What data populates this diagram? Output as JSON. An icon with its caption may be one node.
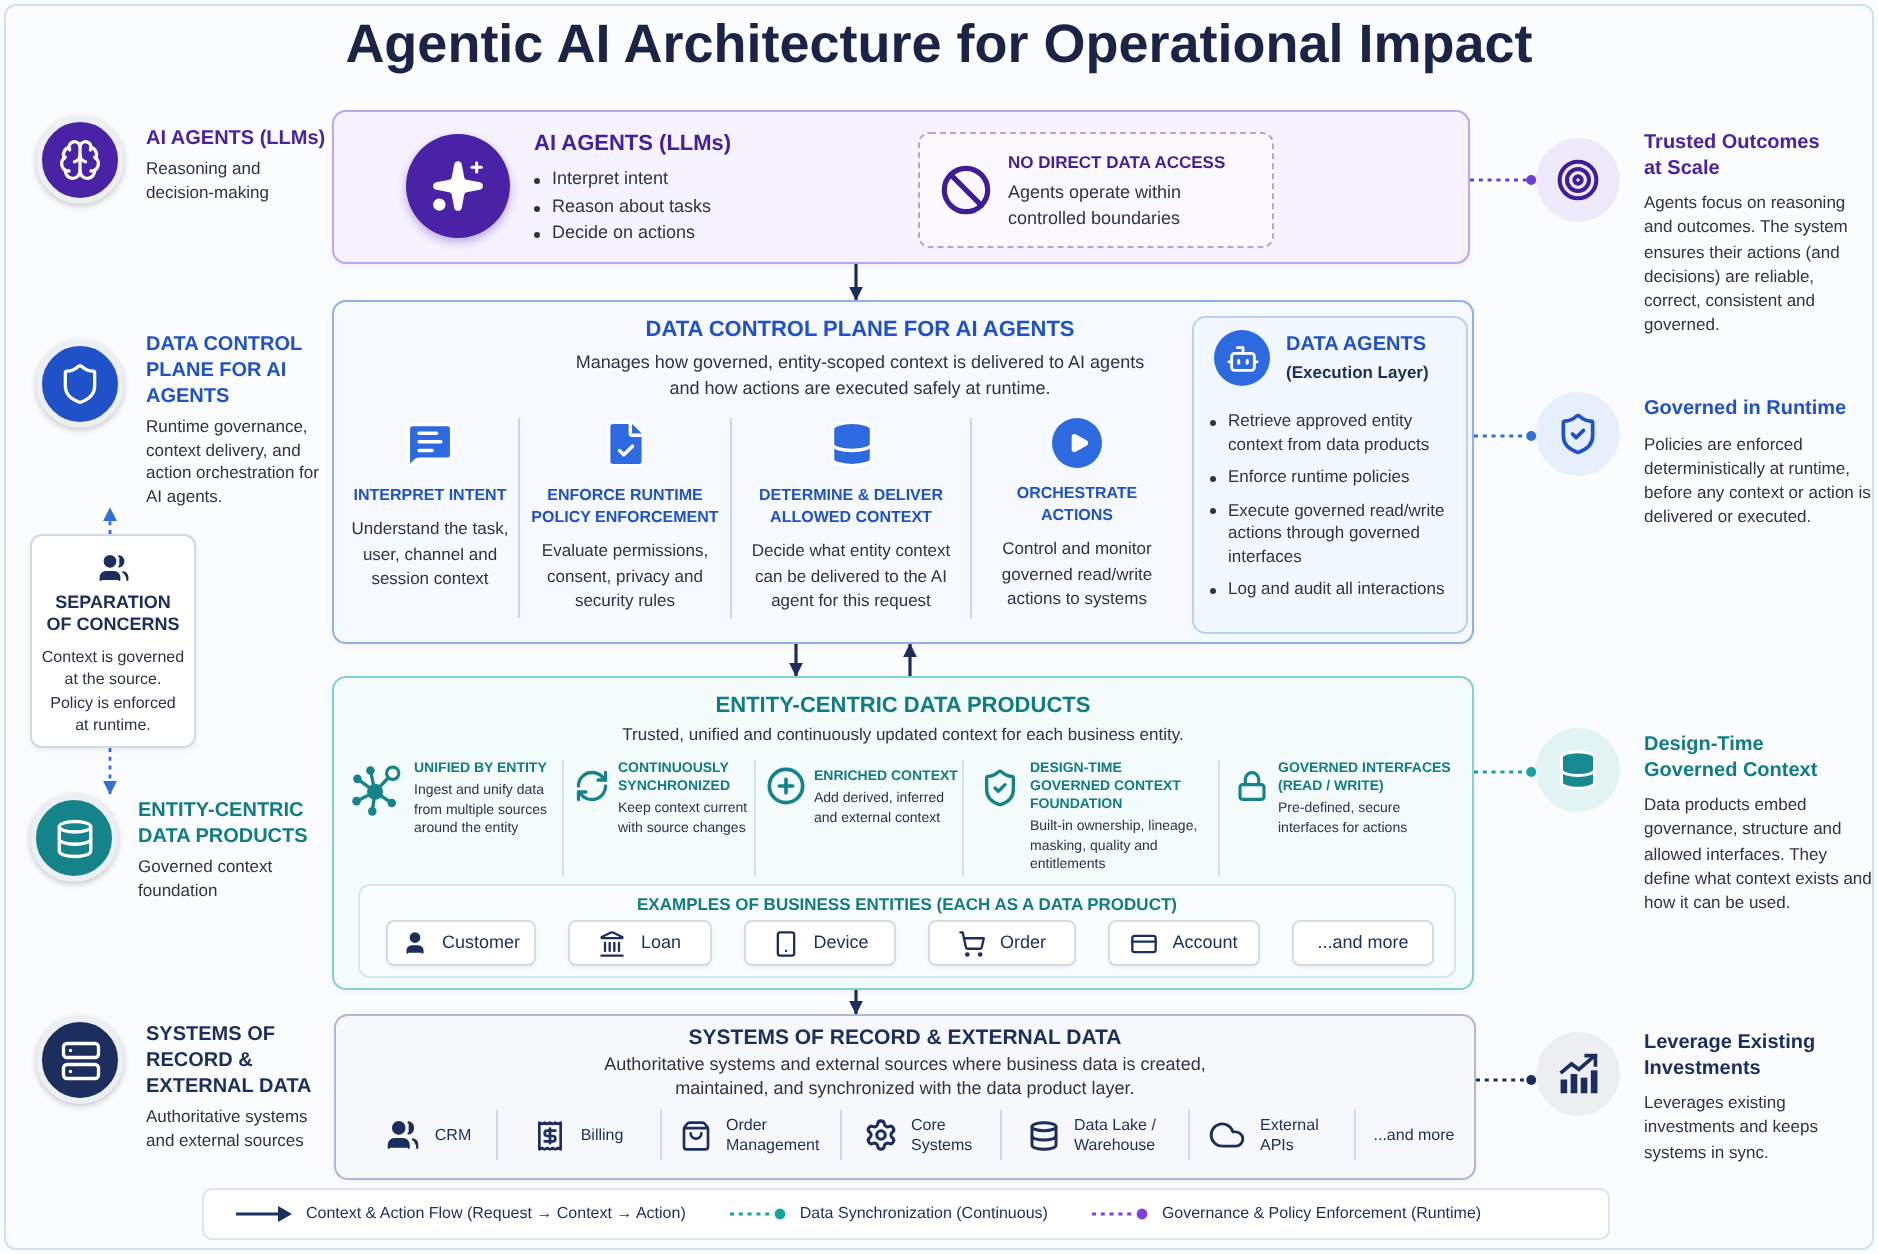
{
  "diagram": {
    "title": "Agentic AI Architecture for Operational Impact",
    "nodes": [
      {
        "text": [
          "AI AGENTS (LLMs)",
          "Reasoning and decision-making"
        ]
      },
      {
        "text": [
          "AI AGENTS (LLMs)",
          "Interpret intent",
          "Reason about tasks",
          "Decide on actions"
        ]
      },
      {
        "text": [
          "NO DIRECT DATA ACCESS",
          "Agents operate within controlled boundaries"
        ],
        "in": 1
      },
      {
        "text": [
          "Trusted Outcomes at Scale",
          "Agents focus on reasoning and outcomes. The system ensures their actions (and decisions) are reliable, correct, consistent and governed."
        ]
      },
      {
        "text": [
          "DATA CONTROL PLANE FOR AI AGENTS",
          "Runtime governance, context delivery, and action orchestration for AI agents."
        ]
      },
      {
        "text": [
          "DATA CONTROL PLANE FOR AI AGENTS",
          "Manages how governed, entity-scoped context is delivered to AI agents and how actions are executed safely at runtime.",
          "INTERPRET INTENT",
          "Understand the task, user, channel and session context",
          "ENFORCE RUNTIME POLICY ENFORCEMENT",
          "Evaluate permissions, consent, privacy and security rules",
          "DETERMINE & DELIVER ALLOWED CONTEXT",
          "Decide what entity context can be delivered to the AI agent for this request",
          "ORCHESTRATE ACTIONS",
          "Control and monitor governed read/write actions to systems"
        ]
      },
      {
        "text": [
          "DATA AGENTS",
          "(Execution Layer)",
          "Retrieve approved entity context from data products",
          "Enforce runtime policies",
          "Execute governed read/write actions through governed interfaces",
          "Log and audit all interactions"
        ],
        "in": 5
      },
      {
        "text": [
          "Governed in Runtime",
          "Policies are enforced deterministically at runtime, before any context or action is delivered or executed."
        ]
      },
      {
        "text": [
          "SEPARATION OF CONCERNS",
          "Context is governed at the source.",
          "Policy is enforced at runtime."
        ]
      },
      {
        "text": [
          "ENTITY-CENTRIC DATA PRODUCTS",
          "Governed context foundation"
        ]
      },
      {
        "text": [
          "ENTITY-CENTRIC DATA PRODUCTS",
          "Trusted, unified and continuously updated context for each business entity.",
          "UNIFIED BY ENTITY",
          "Ingest and unify data from multiple sources around the entity",
          "CONTINUOUSLY SYNCHRONIZED",
          "Keep context current with source changes",
          "ENRICHED CONTEXT",
          "Add derived, inferred and external context",
          "DESIGN-TIME GOVERNED CONTEXT FOUNDATION",
          "Built-in ownership, lineage, masking, quality and entitlements",
          "GOVERNED INTERFACES (READ / WRITE)",
          "Pre-defined, secure interfaces for actions"
        ]
      },
      {
        "text": [
          "EXAMPLES OF BUSINESS ENTITIES (EACH AS A DATA PRODUCT)"
        ],
        "in": 10
      },
      {
        "text": [
          "Customer"
        ],
        "in": 11
      },
      {
        "text": [
          "Loan"
        ],
        "in": 11
      },
      {
        "text": [
          "Device"
        ],
        "in": 11
      },
      {
        "text": [
          "Order"
        ],
        "in": 11
      },
      {
        "text": [
          "Account"
        ],
        "in": 11
      },
      {
        "text": [
          "...and more"
        ],
        "in": 11
      },
      {
        "text": [
          "Design-Time Governed Context",
          "Data products embed governance, structure and allowed interfaces. They define what context exists and how it can be used."
        ]
      },
      {
        "text": [
          "SYSTEMS OF RECORD & EXTERNAL DATA",
          "Authoritative systems and external sources"
        ]
      },
      {
        "text": [
          "SYSTEMS OF RECORD & EXTERNAL DATA",
          "Authoritative systems and external sources where business data is created, maintained, and synchronized with the data product layer.",
          "CRM",
          "Billing",
          "Order Management",
          "Core Systems",
          "Data Lake / Warehouse",
          "External APIs",
          "...and more"
        ]
      },
      {
        "text": [
          "Leverage Existing Investments",
          "Leverages existing investments and keeps systems in sync."
        ]
      }
    ],
    "edges": [
      {
        "from": 1,
        "to": 5,
        "arrow": "to"
      },
      {
        "from": 5,
        "to": 10,
        "arrow": "to"
      },
      {
        "from": 10,
        "to": 5,
        "arrow": "to"
      },
      {
        "from": 10,
        "to": 20,
        "arrow": "to"
      },
      {
        "from": 8,
        "to": 4,
        "arrow": "to",
        "style": "dashed",
        "color": "#2f6fd6"
      },
      {
        "from": 8,
        "to": 9,
        "arrow": "to",
        "style": "dashed",
        "color": "#2f6fd6"
      },
      {
        "from": 1,
        "to": 3,
        "arrow": "other",
        "style": "dashed",
        "color": "#6a3fd8"
      },
      {
        "from": 5,
        "to": 7,
        "arrow": "other",
        "style": "dashed",
        "color": "#2f6fd6"
      },
      {
        "from": 10,
        "to": 18,
        "arrow": "other",
        "style": "dashed",
        "color": "#17a2a2"
      },
      {
        "from": 20,
        "to": 21,
        "arrow": "other",
        "style": "dashed"
      }
    ],
    "legend": [
      {
        "text": "Context & Action Flow (Request → Context → Action)"
      },
      {
        "text": "Data Synchronization (Continuous)"
      },
      {
        "text": "Governance & Policy Enforcement (Runtime)"
      }
    ]
  }
}
